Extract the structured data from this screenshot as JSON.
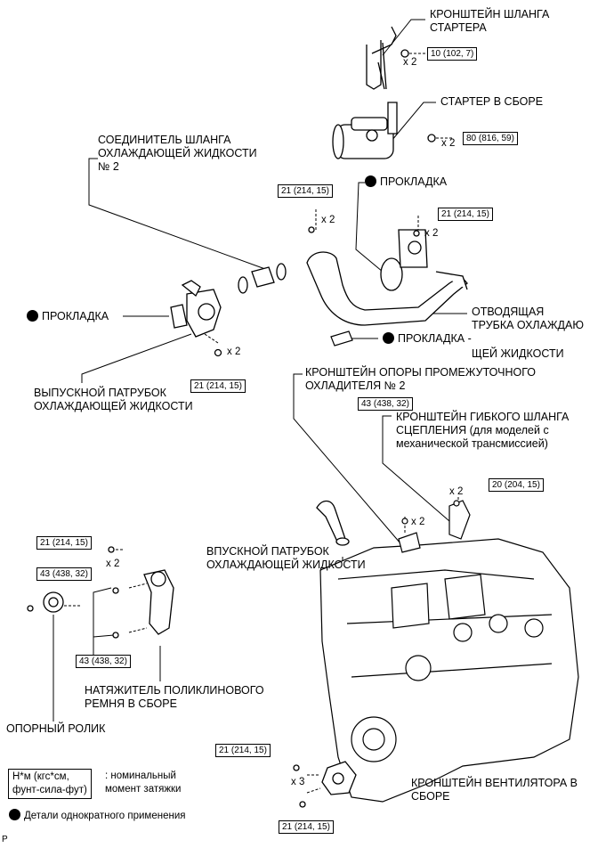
{
  "labels": {
    "starter_bracket": "КРОНШТЕЙН ШЛАНГА\nСТАРТЕРА",
    "starter": "СТАРТЕР В СБОРЕ",
    "coolant_hose_joint": "СОЕДИНИТЕЛЬ ШЛАНГА\nОХЛАЖДАЮЩЕЙ ЖИДКОСТИ\n№ 2",
    "gasket_top": "ПРОКЛАДКА",
    "gasket_left": "ПРОКЛАДКА",
    "outlet_pipe": "ОТВОДЯЩАЯ\nТРУБКА ОХЛАЖДАЮ",
    "gasket_mid": "ПРОКЛАДКА -",
    "outlet_pipe_cont": "ЩЕЙ ЖИДКОСТИ",
    "coolant_outlet": "ВЫПУСКНОЙ ПАТРУБОК\nОХЛАЖДАЮЩЕЙ ЖИДКОСТИ",
    "intercooler_bracket": "КРОНШТЕЙН ОПОРЫ ПРОМЕЖУТОЧНОГО\nОХЛАДИТЕЛЯ № 2",
    "clutch_hose_bracket": "КРОНШТЕЙН ГИБКОГО ШЛАНГА\nСЦЕПЛЕНИЯ (для моделей с\nмеханической трансмиссией)",
    "coolant_inlet": "ВПУСКНОЙ ПАТРУБОК\nОХЛАЖДАЮЩЕЙ ЖИДКОСТИ",
    "belt_tensioner": "НАТЯЖИТЕЛЬ ПОЛИКЛИНОВОГО\nРЕМНЯ В СБОРЕ",
    "idler_pulley": "ОПОРНЫЙ РОЛИК",
    "fan_bracket": "КРОНШТЕЙН ВЕНТИЛЯТОРА В\nСБОРЕ"
  },
  "torques": {
    "t_starter_bracket": "10 (102, 7)",
    "t_starter": "80 (816, 59)",
    "t_pipe_top": "21 (214, 15)",
    "t_pipe_right": "21 (214, 15)",
    "t_outlet": "21 (214, 15)",
    "t_intercooler": "43 (438, 32)",
    "t_clutch": "20 (204, 15)",
    "t_tensioner_top": "21 (214, 15)",
    "t_idler": "43 (438, 32)",
    "t_tensioner_bottom": "43 (438, 32)",
    "t_fan_top": "21 (214, 15)",
    "t_fan_bottom": "21 (214, 15)"
  },
  "quantities": {
    "q_starter_bracket": "x 2",
    "q_starter": "x 2",
    "q_pipe_top": "x 2",
    "q_pipe_right": "x 2",
    "q_outlet": "x 2",
    "q_intercooler": "x 2",
    "q_clutch": "x 2",
    "q_tensioner": "x 2",
    "q_fan": "x 3"
  },
  "legend": {
    "unit_box": "Н*м (кгс*см,\nфунт-сила-фут)",
    "unit_desc": ": номинальный\nмомент затяжки",
    "single_use": "Детали однократного применения"
  },
  "footer": {
    "mark": "P"
  }
}
